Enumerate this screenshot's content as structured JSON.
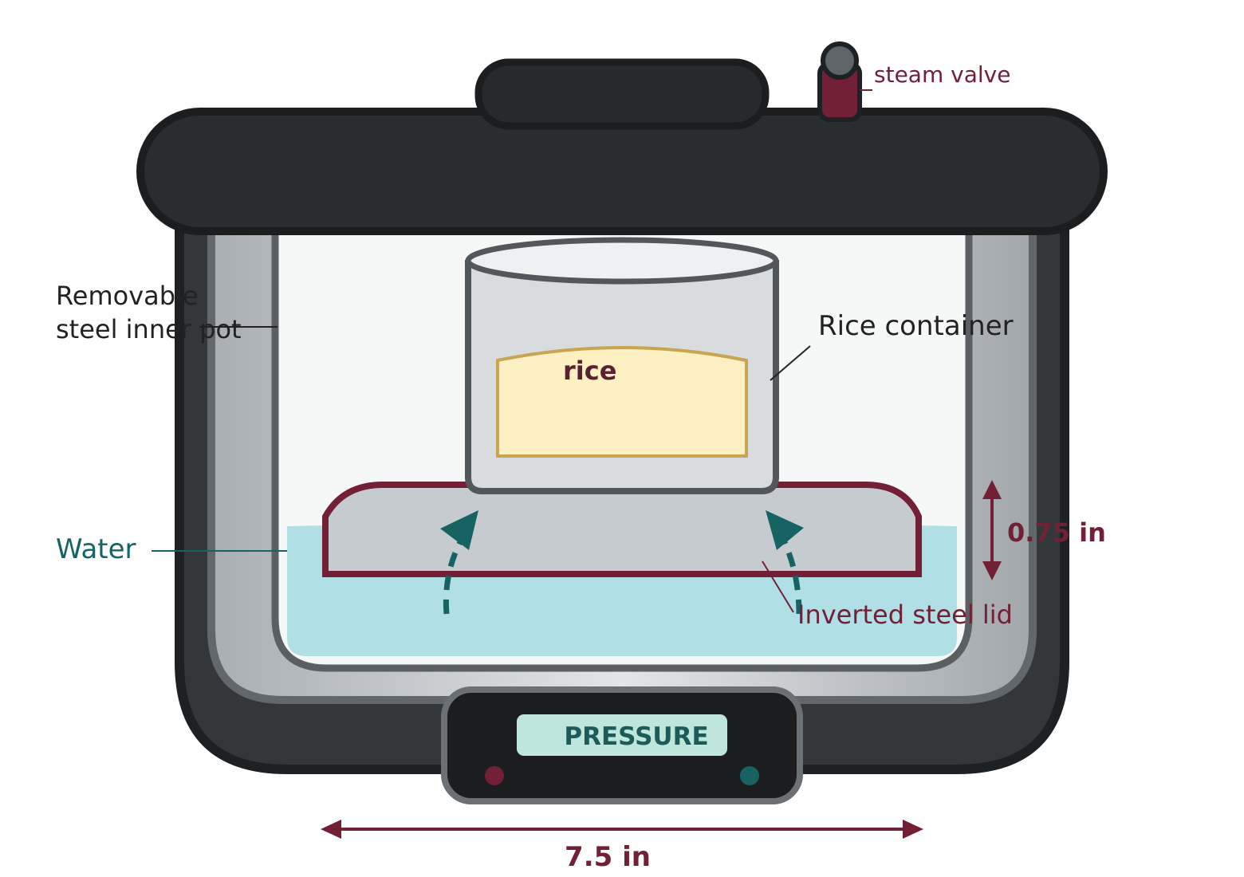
{
  "labels": {
    "steam_valve": "steam valve",
    "inner_pot_line1": "Removable",
    "inner_pot_line2": "steel inner pot",
    "rice_container": "Rice container",
    "rice": "rice",
    "water": "Water",
    "inverted_lid": "Inverted steel lid",
    "display": "PRESSURE"
  },
  "dimensions": {
    "lid_height": "0.75 in",
    "pot_width": "7.5 in"
  },
  "colors": {
    "body_dark": "#33373a",
    "lid_dark": "#2a2d30",
    "steel_wall": "#b4b9bd",
    "pot_interior": "#f6f8f8",
    "water": "#b0e0e6",
    "lid_steel": "#c6cbcf",
    "maroon": "#722036",
    "teal": "#176363",
    "rice_fill": "#fdf0c2",
    "rice_border": "#c9a451",
    "container_fill": "#d8dcdf",
    "display_bg": "#bfe6dd",
    "label_dark": "#222222"
  },
  "icons": [
    "steam-valve-icon",
    "steam-arrow-icon",
    "indicator-light-icon"
  ]
}
